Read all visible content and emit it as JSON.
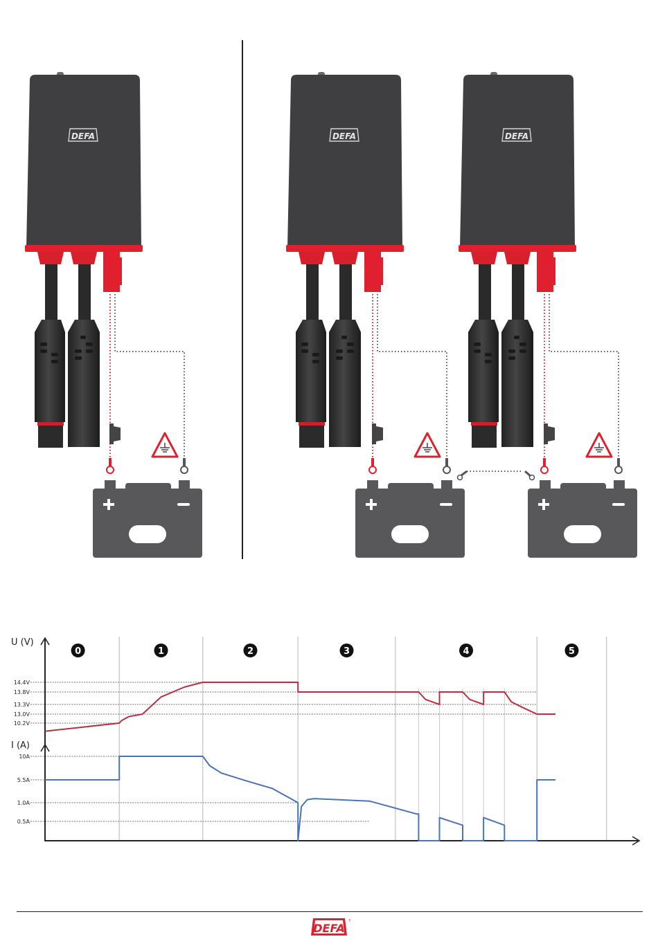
{
  "colors": {
    "brand_red": "#e0202e",
    "device_body": "#3f3f41",
    "battery_gray": "#58585a",
    "voltage_line": "#b8303e",
    "current_line": "#4a72b8",
    "ground_dots": "#5a5a5a"
  },
  "wiring": {
    "single": {
      "device": {
        "logo": "DEFA"
      },
      "battery": {
        "plus": "+",
        "minus": "−"
      },
      "warning_icon": "ground-warning-triangle"
    },
    "dual": {
      "devices": [
        {
          "logo": "DEFA"
        },
        {
          "logo": "DEFA"
        }
      ],
      "batteries": [
        {
          "plus": "+",
          "minus": "−"
        },
        {
          "plus": "+",
          "minus": "−"
        }
      ],
      "warning_icon": "ground-warning-triangle",
      "bridge": "negative-to-negative-bridge"
    }
  },
  "chart_data": {
    "type": "line",
    "title": "",
    "phases": [
      "0",
      "1",
      "2",
      "3",
      "4",
      "5"
    ],
    "phase_boundaries_t": [
      0,
      3.2,
      6.8,
      10.9,
      15.1,
      21.2,
      24.2
    ],
    "voltage": {
      "ylabel": "U (V)",
      "ticks": [
        "14.4V",
        "13.8V",
        "13.3V",
        "13.0V",
        "10.2V"
      ],
      "tick_values": [
        14.4,
        13.8,
        13.3,
        13.0,
        10.2
      ],
      "points": [
        [
          0,
          9.3
        ],
        [
          3.2,
          10.2
        ],
        [
          3.3,
          11.0
        ],
        [
          3.6,
          12.2
        ],
        [
          4.2,
          13.0
        ],
        [
          5.0,
          13.6
        ],
        [
          6.0,
          14.1
        ],
        [
          6.8,
          14.4
        ],
        [
          10.9,
          14.4
        ],
        [
          10.9,
          13.8
        ],
        [
          15.1,
          13.8
        ],
        [
          16.1,
          13.8
        ],
        [
          16.4,
          13.5
        ],
        [
          17.0,
          13.3
        ],
        [
          17.0,
          13.8
        ],
        [
          18.0,
          13.8
        ],
        [
          18.3,
          13.5
        ],
        [
          18.9,
          13.3
        ],
        [
          18.9,
          13.8
        ],
        [
          19.8,
          13.8
        ],
        [
          20.1,
          13.4
        ],
        [
          20.6,
          13.2
        ],
        [
          21.2,
          13.0
        ],
        [
          22.0,
          13.0
        ]
      ]
    },
    "current": {
      "ylabel": "I (A)",
      "ticks": [
        "10A",
        "5.5A",
        "1.0A",
        "0.5A"
      ],
      "tick_values": [
        10,
        5.5,
        1.0,
        0.5
      ],
      "points": [
        [
          0,
          5.5
        ],
        [
          3.2,
          5.5
        ],
        [
          3.2,
          10
        ],
        [
          6.8,
          10
        ],
        [
          7.1,
          8.2
        ],
        [
          7.6,
          6.8
        ],
        [
          8.6,
          5.4
        ],
        [
          9.8,
          3.8
        ],
        [
          10.9,
          1.0
        ],
        [
          10.9,
          -1.4
        ],
        [
          11.05,
          0.9
        ],
        [
          11.3,
          1.6
        ],
        [
          11.6,
          1.8
        ],
        [
          14.0,
          1.3
        ],
        [
          16.0,
          0.7
        ],
        [
          16.1,
          0.7
        ],
        [
          16.1,
          -1.4
        ],
        [
          17.0,
          -1.4
        ],
        [
          17.0,
          0.6
        ],
        [
          18.0,
          0.4
        ],
        [
          18.0,
          -1.4
        ],
        [
          18.9,
          -1.4
        ],
        [
          18.9,
          0.6
        ],
        [
          19.8,
          0.4
        ],
        [
          19.8,
          -1.4
        ],
        [
          21.2,
          -1.4
        ],
        [
          21.2,
          5.5
        ],
        [
          22.0,
          5.5
        ]
      ]
    },
    "xlabel": "",
    "x_range": [
      0,
      26
    ],
    "grid": "dotted horizontal reference lines at tick values; vertical phase separators",
    "legend": "none"
  },
  "footer": {
    "logo": "DEFA",
    "registered": "®"
  }
}
